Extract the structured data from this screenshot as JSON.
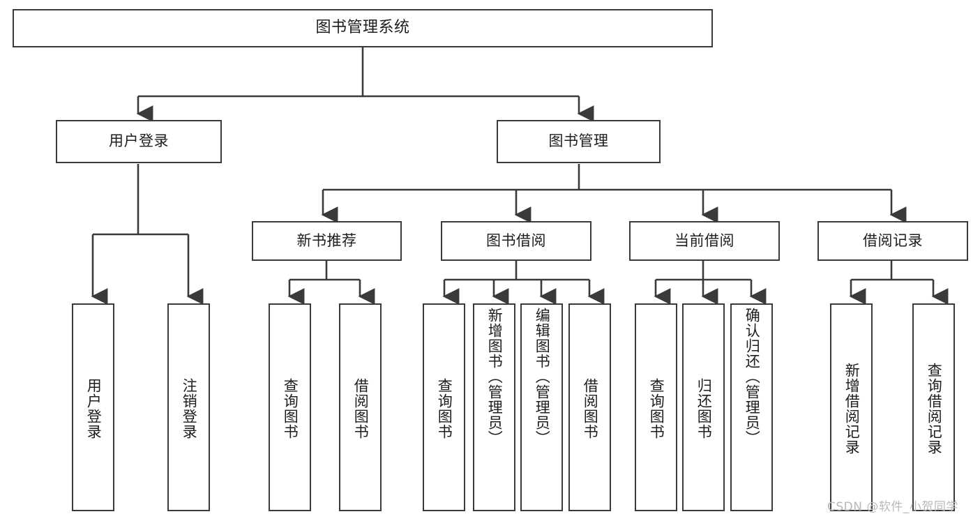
{
  "diagram": {
    "title": "图书管理系统",
    "type": "tree-hierarchy-diagram",
    "watermark": "CSDN @软件_小贺同学",
    "style": {
      "box_border_color": "#3a3a3a",
      "box_fill_color": "#ffffff",
      "edge_color": "#3a3a3a",
      "text_color": "#1d1d1d",
      "background_color": "#ffffff",
      "watermark_color": "#b9b9b9"
    },
    "nodes": {
      "root": {
        "label": "图书管理系统"
      },
      "level2": [
        {
          "key": "user_login",
          "label": "用户登录"
        },
        {
          "key": "book_manage",
          "label": "图书管理"
        }
      ],
      "level3": [
        {
          "key": "new_book_rec",
          "label": "新书推荐"
        },
        {
          "key": "book_borrow",
          "label": "图书借阅"
        },
        {
          "key": "current_borrow",
          "label": "当前借阅"
        },
        {
          "key": "borrow_record",
          "label": "借阅记录"
        }
      ],
      "leaves": {
        "user_login": [
          {
            "key": "leaf_user_login",
            "label": "用户登录"
          },
          {
            "key": "leaf_logout",
            "label": "注销登录"
          }
        ],
        "new_book_rec": [
          {
            "key": "leaf_query_book_1",
            "label": "查询图书"
          },
          {
            "key": "leaf_borrow_book_1",
            "label": "借阅图书"
          }
        ],
        "book_borrow": [
          {
            "key": "leaf_query_book_2",
            "label": "查询图书"
          },
          {
            "key": "leaf_add_book",
            "label": "新增图书（管理员）"
          },
          {
            "key": "leaf_edit_book",
            "label": "编辑图书（管理员）"
          },
          {
            "key": "leaf_borrow_book_2",
            "label": "借阅图书"
          }
        ],
        "current_borrow": [
          {
            "key": "leaf_query_book_3",
            "label": "查询图书"
          },
          {
            "key": "leaf_return_book",
            "label": "归还图书"
          },
          {
            "key": "leaf_confirm_return",
            "label": "确认归还（管理员）"
          }
        ],
        "borrow_record": [
          {
            "key": "leaf_add_record",
            "label": "新增借阅记录"
          },
          {
            "key": "leaf_query_record",
            "label": "查询借阅记录"
          }
        ]
      }
    }
  }
}
